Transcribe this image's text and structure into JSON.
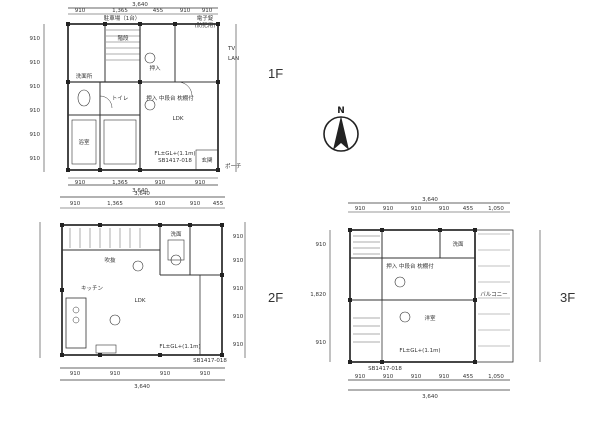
{
  "floors": {
    "f1": {
      "label": "1F",
      "top_dims": [
        "3,640",
        "910",
        "1,365",
        "455",
        "910",
        "910"
      ],
      "bottom_dims": [
        "910",
        "1,365",
        "910",
        "910",
        "3,640"
      ],
      "left_dims": [
        "910",
        "910",
        "910",
        "910",
        "910",
        "910"
      ],
      "rooms": [
        "LDK",
        "押入 中段台 枕棚付",
        "洗面所",
        "浴室",
        "トイレ",
        "玄関",
        "押入"
      ],
      "notes": [
        "駐車場（1台）",
        "FL±GL+(1.1m)",
        "SB1417-018",
        "ポーチ"
      ],
      "top_labels": [
        "階段",
        "電子錠",
        "(防犯用)",
        "TV",
        "LAN"
      ]
    },
    "f2": {
      "label": "2F",
      "top_dims": [
        "3,640",
        "910",
        "1,365",
        "910",
        "910",
        "455"
      ],
      "bottom_dims": [
        "910",
        "910",
        "910",
        "910",
        "3,640"
      ],
      "right_dims": [
        "910",
        "910",
        "910",
        "910",
        "910"
      ],
      "rooms": [
        "LDK",
        "キッチン",
        "洗面",
        "吹抜"
      ],
      "notes": [
        "FL±GL+(1.1m)",
        "SB1417-018"
      ]
    },
    "f3": {
      "label": "3F",
      "top_dims": [
        "3,640",
        "910",
        "910",
        "910",
        "910",
        "455",
        "1,050"
      ],
      "bottom_dims": [
        "910",
        "910",
        "910",
        "910",
        "455",
        "1,050",
        "3,640"
      ],
      "left_dims": [
        "910",
        "1,820",
        "910"
      ],
      "rooms": [
        "洋室",
        "押入 中段台 枕棚付",
        "バルコニー",
        "洗面"
      ],
      "notes": [
        "FL±GL+(1.1m)",
        "SB1417-018"
      ]
    }
  },
  "north_arrow": {
    "label": "N"
  }
}
